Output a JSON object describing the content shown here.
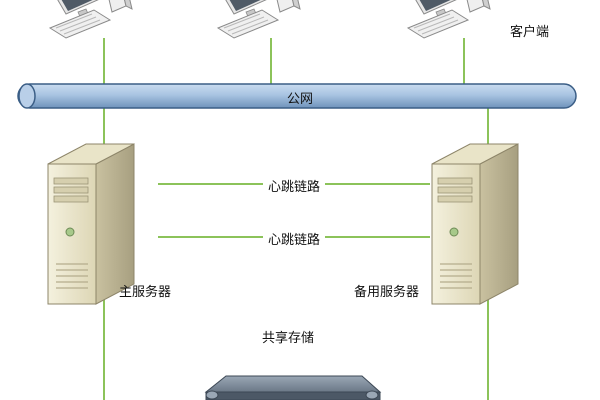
{
  "labels": {
    "client": "客户端",
    "network": "公网",
    "heartbeat_1": "心跳链路",
    "heartbeat_2": "心跳链路",
    "primary_server": "主服务器",
    "backup_server": "备用服务器",
    "shared_storage": "共享存储"
  },
  "colors": {
    "link_line": "#8cc35a",
    "bus_fill": "#a9c4e2",
    "bus_stroke": "#3b5e86",
    "server_body": "#e8e3c8",
    "server_shadow": "#b8b190",
    "storage_top": "#7a8796",
    "storage_front": "#4c5866",
    "monitor_frame": "#d9d9d9"
  },
  "icons": {
    "client": "desktop-computer-icon",
    "server": "tower-server-icon",
    "storage": "storage-array-icon"
  }
}
